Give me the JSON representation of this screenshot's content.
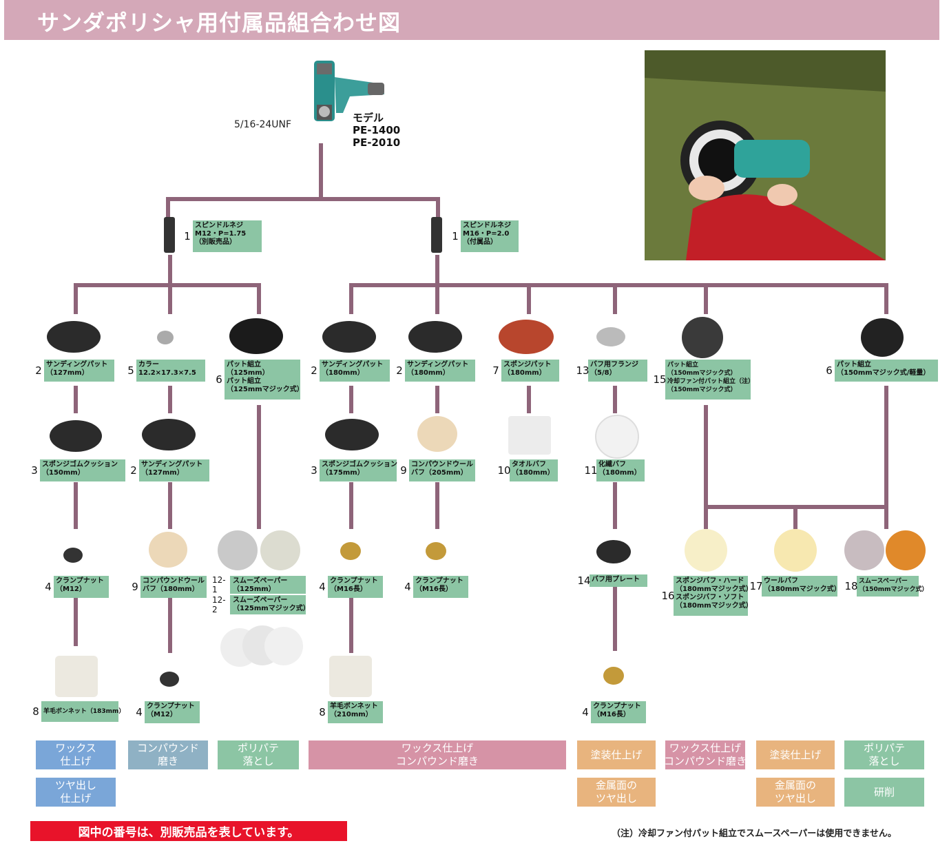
{
  "header": {
    "title": "サンダポリシャ用付属品組合わせ図"
  },
  "machine": {
    "thread": "5/16-24UNF",
    "model_label": "モデル",
    "model_1": "PE-1400",
    "model_2": "PE-2010"
  },
  "spindles": [
    {
      "num": "1",
      "text": "スピンドルネジ\nM12・P=1.75\n（別販売品）"
    },
    {
      "num": "1",
      "text": "スピンドルネジ\nM16・P=2.0\n（付属品）"
    }
  ],
  "row1": [
    {
      "num": "2",
      "text": "サンディングパット\n（127mm）"
    },
    {
      "num": "5",
      "text": "カラー\n12.2×17.3×7.5"
    },
    {
      "num": "6",
      "text": "パット組立\n（125mm）\nパット組立\n（125mmマジック式）"
    },
    {
      "num": "2",
      "text": "サンディングパット\n（180mm）"
    },
    {
      "num": "2",
      "text": "サンディングパット\n（180mm）"
    },
    {
      "num": "7",
      "text": "スポンジパット\n（180mm）"
    },
    {
      "num": "13",
      "text": "バフ用フランジ\n（5/8）"
    },
    {
      "num": "15",
      "text": "パット組立\n（150mmマジック式）\n冷却ファン付パット組立（注）\n（150mmマジック式）"
    },
    {
      "num": "6",
      "text": "パット組立\n（150mmマジック式/軽量）"
    }
  ],
  "row2": [
    {
      "num": "3",
      "text": "スポンジゴムクッション\n（150mm）"
    },
    {
      "num": "2",
      "text": "サンディングパット\n（127mm）"
    },
    {
      "num": "3",
      "text": "スポンジゴムクッション\n（175mm）"
    },
    {
      "num": "9",
      "text": "コンパウンドウール\nバフ（205mm）"
    },
    {
      "num": "10",
      "text": "タオルバフ\n（180mm）"
    },
    {
      "num": "11",
      "text": "化繊バフ\n（180mm）"
    }
  ],
  "row3": [
    {
      "num": "4",
      "text": "クランプナット\n（M12）"
    },
    {
      "num": "9",
      "text": "コンパウンドウール\nバフ（180mm）"
    },
    {
      "num": "12-1",
      "text": "スムーズペーパー\n（125mm）"
    },
    {
      "num": "12-2",
      "text": "スムーズペーパー\n（125mmマジック式）"
    },
    {
      "num": "4",
      "text": "クランプナット\n（M16長）"
    },
    {
      "num": "4",
      "text": "クランプナット\n（M16長）"
    },
    {
      "num": "14",
      "text": "バフ用プレート"
    },
    {
      "num": "16",
      "text": "スポンジバフ・ハード\n（180mmマジック式）\nスポンジバフ・ソフト\n（180mmマジック式）"
    },
    {
      "num": "17",
      "text": "ウールバフ\n（180mmマジック式）"
    },
    {
      "num": "18",
      "text": "スムースペーパー\n（150mmマジック式）"
    }
  ],
  "row4": [
    {
      "num": "8",
      "text": "羊毛ボンネット（183mm）"
    },
    {
      "num": "4",
      "text": "クランプナット\n（M12）"
    },
    {
      "num": "8",
      "text": "羊毛ボンネット\n（210mm）"
    },
    {
      "num": "4",
      "text": "クランプナット\n（M16長）"
    }
  ],
  "categories": [
    "ワックス\n仕上げ",
    "ツヤ出し\n仕上げ",
    "コンパウンド\n磨き",
    "ポリパテ\n落とし",
    "ワックス仕上げ\nコンパウンド磨き",
    "塗装仕上げ",
    "金属面の\nツヤ出し",
    "ワックス仕上げ\nコンパウンド磨き",
    "塗装仕上げ",
    "金属面の\nツヤ出し",
    "ポリパテ\n落とし",
    "研削"
  ],
  "footer": {
    "notice": "図中の番号は、別販売品を表しています。",
    "note": "（注）冷却ファン付パット組立でスムースペーパーは使用できません。"
  },
  "colors": {
    "line": "#8e6479",
    "label": "#8cc5a4",
    "header": "#d4a8b8",
    "notice": "#e8132a"
  }
}
